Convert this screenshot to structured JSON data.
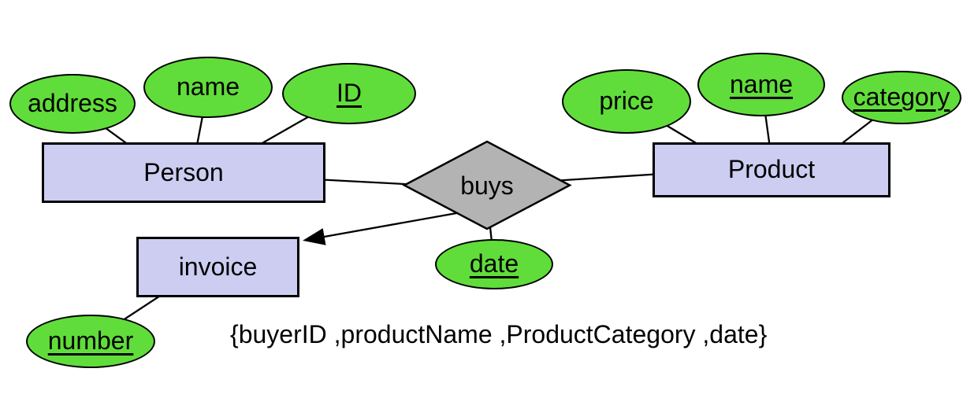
{
  "diagram": {
    "type": "entity-relationship",
    "entities": {
      "person": {
        "label": "Person"
      },
      "product": {
        "label": "Product"
      },
      "invoice": {
        "label": "invoice"
      }
    },
    "relationship": {
      "label": "buys",
      "connects": [
        "Person",
        "Product"
      ],
      "arrow_to": "invoice"
    },
    "attributes": {
      "address": {
        "label": "address",
        "key": false,
        "owner": "Person"
      },
      "name_person": {
        "label": "name",
        "key": false,
        "owner": "Person"
      },
      "id": {
        "label": "ID",
        "key": true,
        "owner": "Person"
      },
      "price": {
        "label": "price",
        "key": false,
        "owner": "Product"
      },
      "name_product": {
        "label": "name",
        "key": true,
        "owner": "Product"
      },
      "category": {
        "label": "category",
        "key": true,
        "owner": "Product"
      },
      "date": {
        "label": "date",
        "key": true,
        "owner": "buys"
      },
      "number": {
        "label": "number",
        "key": true,
        "owner": "invoice"
      }
    },
    "annotation": "{buyerID ,productName ,ProductCategory ,date}",
    "colors": {
      "attribute_fill": "#60dd3a",
      "entity_fill": "#cdcdf2",
      "relationship_fill": "#b3b3b3",
      "stroke": "#000000",
      "background": "#ffffff"
    }
  }
}
